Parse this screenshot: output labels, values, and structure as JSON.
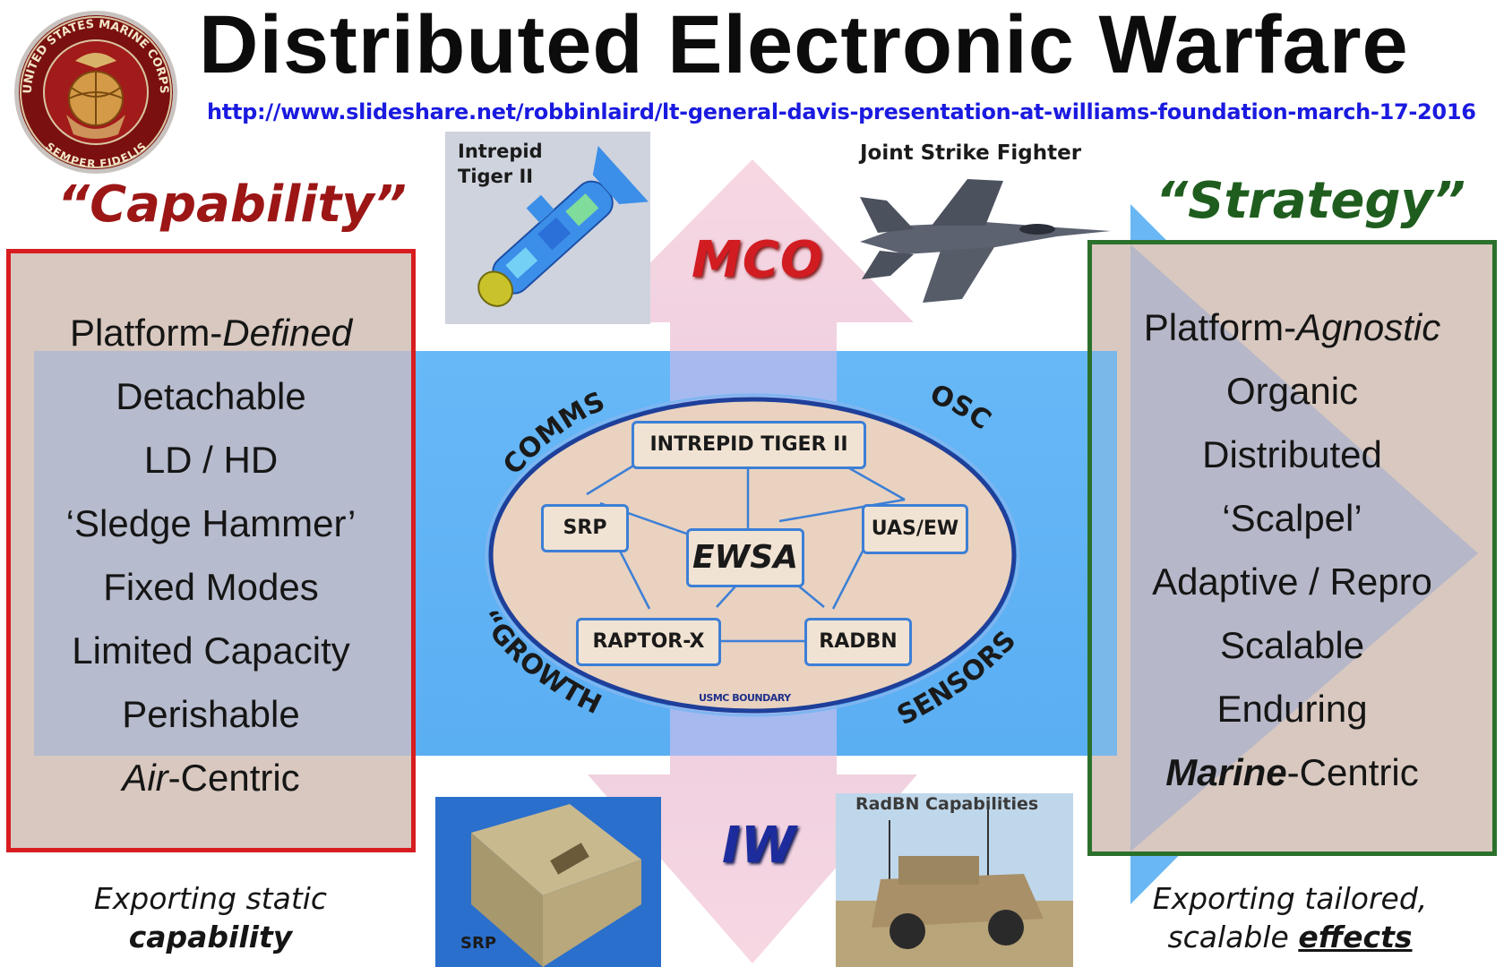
{
  "title": "Distributed Electronic Warfare",
  "source_url": "http://www.slideshare.net/robbinlaird/lt-general-davis-presentation-at-williams-foundation-march-17-2016",
  "seal": {
    "text_top": "UNITED STATES MARINE CORPS",
    "text_bottom": "SEMPER FIDELIS"
  },
  "capability": {
    "heading": "“Capability”",
    "items": [
      {
        "plain": "Platform-",
        "emph": "Defined",
        "emph_style": "italic",
        "emph_first": false
      },
      {
        "plain": "Detachable"
      },
      {
        "plain": "LD / HD"
      },
      {
        "plain": "‘Sledge Hammer’"
      },
      {
        "plain": "Fixed Modes"
      },
      {
        "plain": "Limited Capacity"
      },
      {
        "plain": "Perishable"
      },
      {
        "plain": "-Centric",
        "emph": "Air",
        "emph_style": "italic",
        "emph_first": true
      }
    ],
    "caption_line1": "Exporting static",
    "caption_line2": "capability"
  },
  "strategy": {
    "heading": "“Strategy”",
    "items": [
      {
        "plain": "Platform-",
        "emph": "Agnostic",
        "emph_style": "italic",
        "emph_first": false
      },
      {
        "plain": "Organic"
      },
      {
        "plain": "Distributed"
      },
      {
        "plain": "‘Scalpel’"
      },
      {
        "plain": "Adaptive  / Repro"
      },
      {
        "plain": "Scalable"
      },
      {
        "plain": "Enduring"
      },
      {
        "plain": "-Centric",
        "emph": "Marine",
        "emph_style": "bolditalic",
        "emph_first": true
      }
    ],
    "caption_line1": "Exporting tailored,",
    "caption_line2_plain": "scalable ",
    "caption_line2_emph": "effects"
  },
  "arrows": {
    "up_label": "MCO",
    "down_label": "IW"
  },
  "photos": {
    "intrepid_tiger": "Intrepid\nTiger II",
    "jsf": "Joint Strike Fighter",
    "srp": "SRP",
    "radbn": "RadBN Capabilities"
  },
  "ellipse": {
    "arc_labels": {
      "comms": "COMMS",
      "osc": "OSC",
      "growth": "“GROWTH”",
      "sensors": "SENSORS"
    },
    "center": "EWSA",
    "nodes": [
      "INTREPID TIGER II",
      "SRP",
      "UAS/EW",
      "RAPTOR-X",
      "RADBN"
    ],
    "boundary_label": "USMC BOUNDARY"
  },
  "colors": {
    "capability_border": "#d81d20",
    "strategy_border": "#2b702b",
    "band": "#63b4f5",
    "ellipse_fill": "#e9d2c0",
    "node_border": "#3c7fd6",
    "mco": "#d11c22",
    "iw": "#1d2c9c"
  }
}
